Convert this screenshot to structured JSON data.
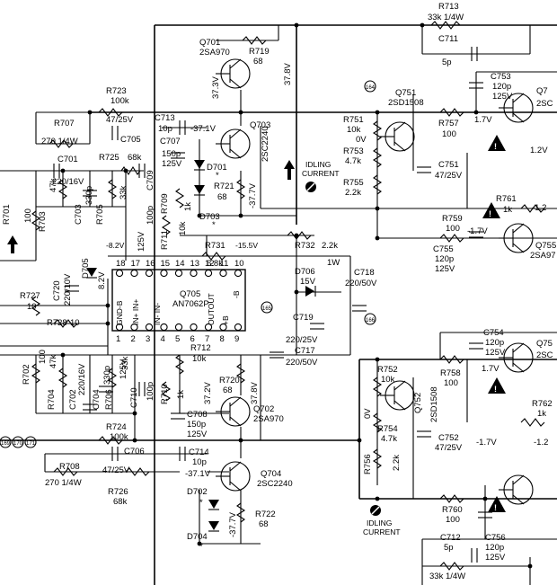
{
  "labels": {
    "R713": "R713",
    "R713v": "33k 1/4W",
    "C711": "C711",
    "C711v": "5p",
    "Q701": "Q701",
    "Q701t": "2SA970",
    "R719": "R719",
    "R719v": "68",
    "v373": "37.3V",
    "v378": "37.8V",
    "R723": "R723",
    "R723v": "100k",
    "C713": "C713",
    "C713v": "10p",
    "m371a": "-37.1V",
    "R707": "R707",
    "R707v": "270 1/4W",
    "c4725a": "47/25V",
    "C705": "C705",
    "C707": "C707",
    "Q703": "Q703",
    "Q703t": "2SC2240",
    "C701": "C701",
    "R725": "R725",
    "R725v": "68k",
    "c150p": "150p",
    "c125v": "125V",
    "D701": "D701",
    "star": "*",
    "c22016": "220/16V",
    "R701": "R701",
    "R701v": "100",
    "R703": "R703",
    "R703v": "47k",
    "C703": "C703",
    "C703v": "330p",
    "R705": "R705",
    "R705v": "33k",
    "c100p": "100p",
    "C709": "C709",
    "R709": "R709",
    "r1k": "1k",
    "R711": "R711",
    "R711v": "10k",
    "R721": "R721",
    "R721v": "68",
    "m377a": "-37.7V",
    "D703": "D703",
    "idling": "IDLING",
    "current": "CURRENT",
    "Q751": "Q751",
    "Q751t": "2SD1508",
    "R751": "R751",
    "R751v": "10k",
    "v0a": "0V",
    "R753": "R753",
    "R753v": "4.7k",
    "R755": "R755",
    "R755v": "2.2k",
    "R757": "R757",
    "R757v": "100",
    "C751": "C751",
    "c4725b": "47/25V",
    "C753": "C753",
    "c120p": "120p",
    "Q7": "Q7",
    "v17a": "1.7V",
    "Q7b": "2SC",
    "v12a": "1.2V",
    "R761": "R761",
    "R761v": "1k",
    "v12b": "-1.2",
    "R759": "R759",
    "R759v": "100",
    "m17a": "-1.7V",
    "C755": "C755",
    "Q755": "Q755",
    "Q755t": "2SA97",
    "v82": "-8.2V",
    "v155": "-15.5V",
    "R731": "R731",
    "R731v": "6.8k",
    "R732": "R732",
    "R732v": "2.2k",
    "w1": "1W",
    "D706": "D706",
    "v15": "15V",
    "C718": "C718",
    "c22050": "220/50V",
    "C720": "C720",
    "c22010": "220/10V",
    "D705": "D705",
    "v82b": "8.2V",
    "R727": "R727",
    "R727v": "10",
    "R728": "R728",
    "R728v": "10",
    "Q705": "Q705",
    "Q705t": "AN7062P",
    "gndb": "GND-B",
    "inp": "IN+ IN+",
    "inn": "IN- IN-",
    "outout": "OUTOUT",
    "pb": "+B",
    "mb": "-B",
    "C719": "C719",
    "c22025": "220/25V",
    "C717": "C717",
    "C754": "C754",
    "Q75": "Q75",
    "Q75b": "2SC",
    "R702": "R702",
    "R702v": "100",
    "R704": "R704",
    "R704v": "47k",
    "C702": "C702",
    "C704": "C704",
    "C704v": "330p",
    "R706": "R706",
    "R706v": "33k",
    "C710": "C710",
    "R710": "R710",
    "R712": "R712",
    "R712v": "10k",
    "R720": "R720",
    "R720v": "68",
    "v372": "37.2V",
    "v378b": "37.8V",
    "C708": "C708",
    "Q702": "Q702",
    "Q702t": "2SA970",
    "R752": "R752",
    "R752v": "10k",
    "v0b": "0V",
    "R754": "R754",
    "R754v": "4.7k",
    "R756": "R756",
    "R756v": "2.2k",
    "Q752": "Q752",
    "Q752t": "2SD1508",
    "R758": "R758",
    "R758v": "100",
    "v17b": "1.7V",
    "R762": "R762",
    "R762v": "1k",
    "C752": "C752",
    "c4725c": "47/25V",
    "m17b": "-1.7V",
    "m12c": "-1.2",
    "R724": "R724",
    "R724v": "100k",
    "C706": "C706",
    "C714": "C714",
    "C714v": "10p",
    "R708": "R708",
    "R708v": "270 1/4W",
    "c4725d": "47/25V",
    "m371b": "-37.1V",
    "R726": "R726",
    "R726v": "68k",
    "Q704": "Q704",
    "Q704t": "2SC2240",
    "D702": "D702",
    "R722": "R722",
    "R722v": "68",
    "m377b": "-37.7V",
    "D704": "D704",
    "R760": "R760",
    "R760v": "100",
    "C712": "C712",
    "C712v": "5p",
    "C756": "C756",
    "c125v2": "125V",
    "R714v": "33k 1/4W",
    "tp164": "164",
    "tp165": "165",
    "tp166": "166",
    "tp169": "169",
    "tp170": "170",
    "tp171": "171"
  },
  "ic_pins_top": [
    "18",
    "17",
    "16",
    "15",
    "14",
    "13",
    "12",
    "11",
    "10"
  ],
  "ic_pins_bottom": [
    "1",
    "2",
    "3",
    "4",
    "5",
    "6",
    "7",
    "8",
    "9"
  ]
}
